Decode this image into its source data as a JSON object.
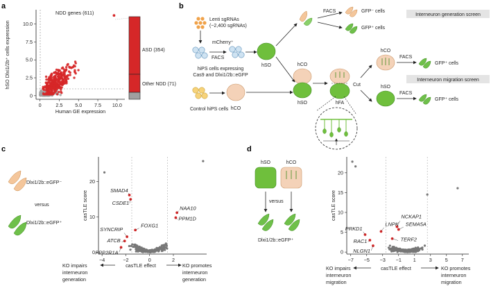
{
  "panels": {
    "a": {
      "letter": "a",
      "title": "NDD genes (611)",
      "xlabel": "Human GE expression",
      "ylabel": "hSO Dlxi1/2b⁺ cells expression",
      "xticks": [
        "0",
        "2.5",
        "5.0",
        "7.5",
        "10.0"
      ],
      "yticks": [
        "0",
        "2.5",
        "5.0",
        "7.5",
        "10.0"
      ],
      "bar_labels": [
        "ASD (354)",
        "Other NDD (71)"
      ],
      "colors": {
        "asd": "#d62728",
        "other": "#a0a0a0",
        "bar_asd": "#d62728",
        "bar_other": "#ffffff"
      }
    },
    "b": {
      "letter": "b",
      "sgrna_line1": "Lenti sgRNAs",
      "sgrna_line2": "(~2,400 sgRNAs)",
      "mcherry": "mCherry⁺",
      "facs": "FACS",
      "hips_line1": "hiPS cells expressing",
      "hips_line2": "Cas9 and Dlxi1/2b::eGFP",
      "hso": "hSO",
      "hco": "hCO",
      "hfa": "hFA",
      "cut": "Cut",
      "control": "Control hiPS cells",
      "gfp_neg": "GFP⁻ cells",
      "gfp_pos": "GFP⁺ cells",
      "screen1": "Interneuron generation screen",
      "screen2": "Interneuron migration screen"
    },
    "c": {
      "letter": "c",
      "cell_neg": "Dlxi1/2b::eGFP⁻",
      "versus": "versus",
      "cell_pos": "Dlxi1/2b::eGFP⁺",
      "ylabel": "casTLE score",
      "xlabel": "casTLE effect",
      "left_effect": "KO impairs interneuron generation",
      "right_effect": "KO promotes interneuron generation",
      "xticks": [
        "−4",
        "−2",
        "0",
        "2"
      ],
      "yticks": [
        "0",
        "10",
        "20"
      ],
      "genes": [
        "SMAD4",
        "CSDE1",
        "NAA10",
        "PPM1D",
        "SYNCRIP",
        "FOXG1",
        "ATCB",
        "PPP2R1A"
      ]
    },
    "d": {
      "letter": "d",
      "hso": "hSO",
      "hco": "hCO",
      "versus": "versus",
      "cell_pos": "Dlxi1/2b::eGFP⁺",
      "ylabel": "casTLE score",
      "xlabel": "casTLE effect",
      "left_effect": "KO impairs interneuron migration",
      "right_effect": "KO promotes interneuron migration",
      "xticks": [
        "−7",
        "−5",
        "−3",
        "−1",
        "1",
        "3",
        "5",
        "7"
      ],
      "yticks": [
        "0",
        "5",
        "10",
        "15",
        "20"
      ],
      "genes": [
        "NCKAP1",
        "SEMA5A",
        "LNPK",
        "PRKD1",
        "TERF2",
        "RAC1",
        "NLGN1"
      ]
    }
  },
  "chart_data": [
    {
      "type": "scatter",
      "panel": "a",
      "title": "NDD genes (611)",
      "xlabel": "Human GE expression",
      "ylabel": "hSO Dlxi1/2b⁺ cells expression",
      "xlim": [
        -0.5,
        11
      ],
      "ylim": [
        -0.5,
        12
      ],
      "series": [
        {
          "name": "ASD (354)",
          "color": "#d62728"
        },
        {
          "name": "Other NDD (71)",
          "color": "#a0a0a0"
        }
      ],
      "stacked_bar": {
        "categories": [
          "ASD",
          "Other NDD"
        ],
        "values": [
          354,
          71
        ]
      }
    },
    {
      "type": "scatter",
      "panel": "c",
      "xlabel": "casTLE effect",
      "ylabel": "casTLE score",
      "xlim": [
        -4.3,
        4.8
      ],
      "ylim": [
        -0.5,
        27
      ],
      "highlighted": [
        {
          "gene": "SMAD4",
          "x": -1.7,
          "y": 16.2
        },
        {
          "gene": "CSDE1",
          "x": -1.6,
          "y": 15.0
        },
        {
          "gene": "NAA10",
          "x": 2.3,
          "y": 11.2
        },
        {
          "gene": "PPM1D",
          "x": 2.2,
          "y": 9.8
        },
        {
          "gene": "FOXG1",
          "x": -1.2,
          "y": 6.3
        },
        {
          "gene": "SYNCRIP",
          "x": -1.9,
          "y": 4.4
        },
        {
          "gene": "ATCB",
          "x": -2.1,
          "y": 3.2
        },
        {
          "gene": "PPP2R1A",
          "x": -2.4,
          "y": 1.4
        }
      ],
      "outliers": [
        {
          "x": -3.8,
          "y": 22.6
        },
        {
          "x": 4.5,
          "y": 25.8
        }
      ]
    },
    {
      "type": "scatter",
      "panel": "d",
      "xlabel": "casTLE effect",
      "ylabel": "casTLE score",
      "xlim": [
        -7.5,
        7.8
      ],
      "ylim": [
        -0.5,
        24
      ],
      "highlighted": [
        {
          "gene": "NCKAP1",
          "x": -1.2,
          "y": 6.4
        },
        {
          "gene": "SEMA5A",
          "x": -1.0,
          "y": 5.7
        },
        {
          "gene": "LNPK",
          "x": -3.2,
          "y": 5.2
        },
        {
          "gene": "PRKD1",
          "x": -5.2,
          "y": 4.4
        },
        {
          "gene": "TERF2",
          "x": -1.8,
          "y": 3.4
        },
        {
          "gene": "RAC1",
          "x": -4.6,
          "y": 3.0
        },
        {
          "gene": "NLGN1",
          "x": -4.2,
          "y": 1.6
        }
      ],
      "outliers": [
        {
          "x": -6.8,
          "y": 22.8
        },
        {
          "x": -6.4,
          "y": 21.6
        },
        {
          "x": 2.6,
          "y": 14.5
        },
        {
          "x": 6.4,
          "y": 16.1
        }
      ]
    }
  ]
}
